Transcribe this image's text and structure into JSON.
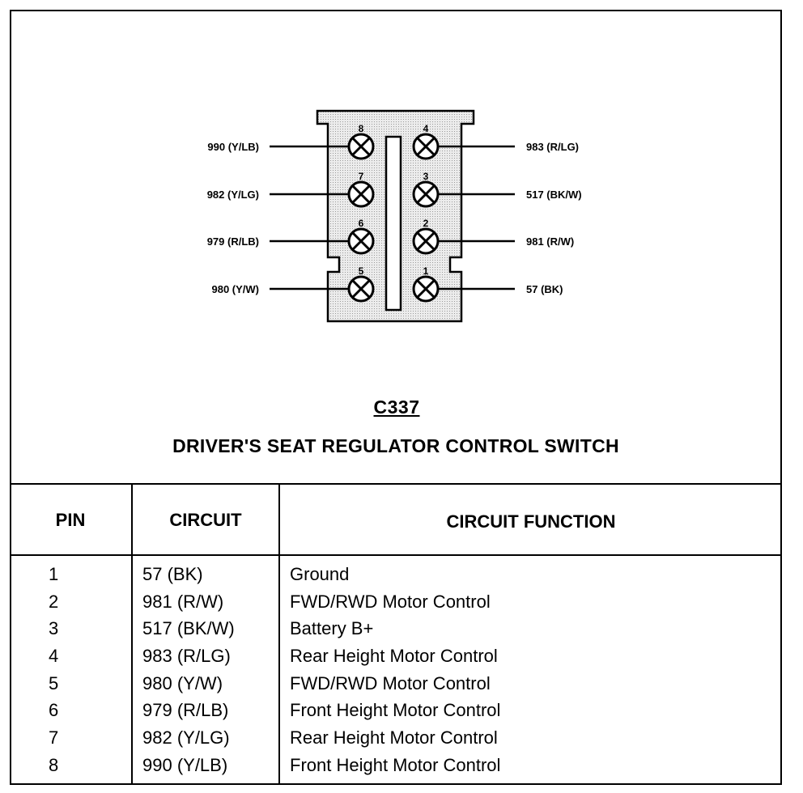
{
  "connector": {
    "id": "C337",
    "title": "DRIVER'S SEAT REGULATOR CONTROL SWITCH",
    "left_pins": [
      {
        "pin": "8",
        "circuit": "990 (Y/LB)"
      },
      {
        "pin": "7",
        "circuit": "982 (Y/LG)"
      },
      {
        "pin": "6",
        "circuit": "979 (R/LB)"
      },
      {
        "pin": "5",
        "circuit": "980 (Y/W)"
      }
    ],
    "right_pins": [
      {
        "pin": "4",
        "circuit": "983 (R/LG)"
      },
      {
        "pin": "3",
        "circuit": "517 (BK/W)"
      },
      {
        "pin": "2",
        "circuit": "981 (R/W)"
      },
      {
        "pin": "1",
        "circuit": "57 (BK)"
      }
    ]
  },
  "table": {
    "headers": {
      "pin": "PIN",
      "circuit": "CIRCUIT",
      "function": "CIRCUIT FUNCTION"
    },
    "rows": [
      {
        "pin": "1",
        "circuit": "57 (BK)",
        "function": "Ground"
      },
      {
        "pin": "2",
        "circuit": "981 (R/W)",
        "function": "FWD/RWD Motor Control"
      },
      {
        "pin": "3",
        "circuit": "517 (BK/W)",
        "function": "Battery B+"
      },
      {
        "pin": "4",
        "circuit": "983 (R/LG)",
        "function": "Rear Height Motor Control"
      },
      {
        "pin": "5",
        "circuit": "980 (Y/W)",
        "function": "FWD/RWD Motor Control"
      },
      {
        "pin": "6",
        "circuit": "979 (R/LB)",
        "function": "Front Height Motor Control"
      },
      {
        "pin": "7",
        "circuit": "982 (Y/LG)",
        "function": "Rear Height Motor Control"
      },
      {
        "pin": "8",
        "circuit": "990 (Y/LB)",
        "function": "Front Height Motor Control"
      }
    ]
  },
  "colors": {
    "line": "#000000",
    "connector_fill": "#e6e6e6",
    "background": "#ffffff"
  }
}
